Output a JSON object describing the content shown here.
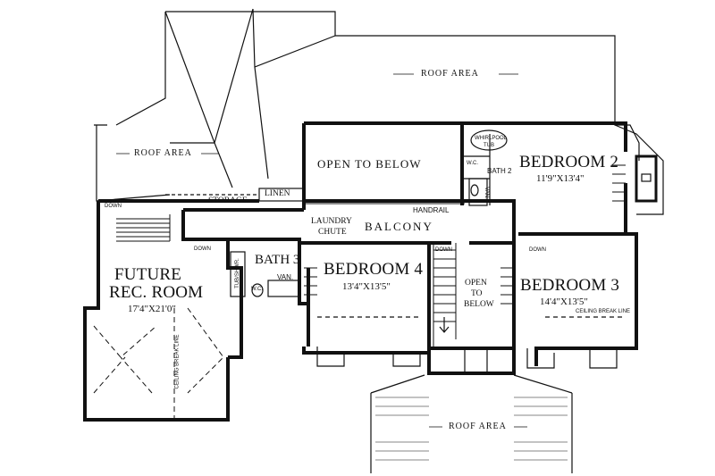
{
  "plan": {
    "roof_top": "ROOF AREA",
    "roof_left": "ROOF AREA",
    "roof_bottom": "ROOF AREA",
    "open_to_below": "OPEN TO BELOW",
    "open_to_below_stair": [
      "OPEN",
      "TO",
      "BELOW"
    ],
    "balcony": "BALCONY",
    "handrail": "HANDRAIL",
    "laundry_chute": [
      "LAUNDRY",
      "CHUTE"
    ],
    "storage": "STORAGE",
    "linen": "LINEN",
    "whirlpool_tub": [
      "WHIRLPOOL",
      "TUB"
    ],
    "wc": "W.C.",
    "van": "VAN.",
    "bath2": "BATH 2",
    "bath3": "BATH 3",
    "tub_shwr": "TUB/SHWR.",
    "bedroom2": {
      "name": "BEDROOM 2",
      "dim": "11'9\"X13'4\""
    },
    "bedroom3": {
      "name": "BEDROOM 3",
      "dim": "14'4\"X13'5\""
    },
    "bedroom4": {
      "name": "BEDROOM 4",
      "dim": "13'4\"X13'5\""
    },
    "future_rec": {
      "name": [
        "FUTURE",
        "REC. ROOM"
      ],
      "dim": "17'4\"X21'0\""
    },
    "ceiling_break_line": "CEILING BREAK LINE",
    "down": "DOWN"
  }
}
